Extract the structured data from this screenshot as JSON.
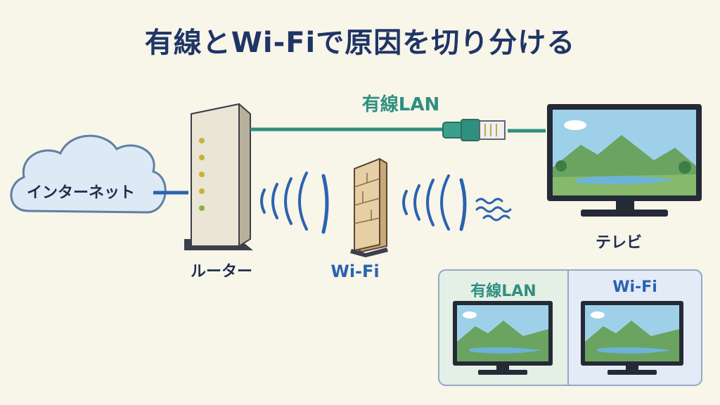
{
  "title": "有線とWi-Fiで原因を切り分ける",
  "labels": {
    "internet": "インターネット",
    "router": "ルーター",
    "wired_lan": "有線LAN",
    "wifi": "Wi-Fi",
    "tv": "テレビ"
  },
  "comparison": {
    "left_label": "有線LAN",
    "right_label": "Wi-Fi"
  },
  "colors": {
    "background": "#f8f5e9",
    "title": "#1f3566",
    "wired": "#2f8f80",
    "wifi": "#2a63b0",
    "text": "#1f2e4f"
  },
  "icons": [
    "cloud-icon",
    "router-icon",
    "lan-plug-icon",
    "wall-icon",
    "wifi-waves-icon",
    "interference-icon",
    "tv-icon"
  ]
}
